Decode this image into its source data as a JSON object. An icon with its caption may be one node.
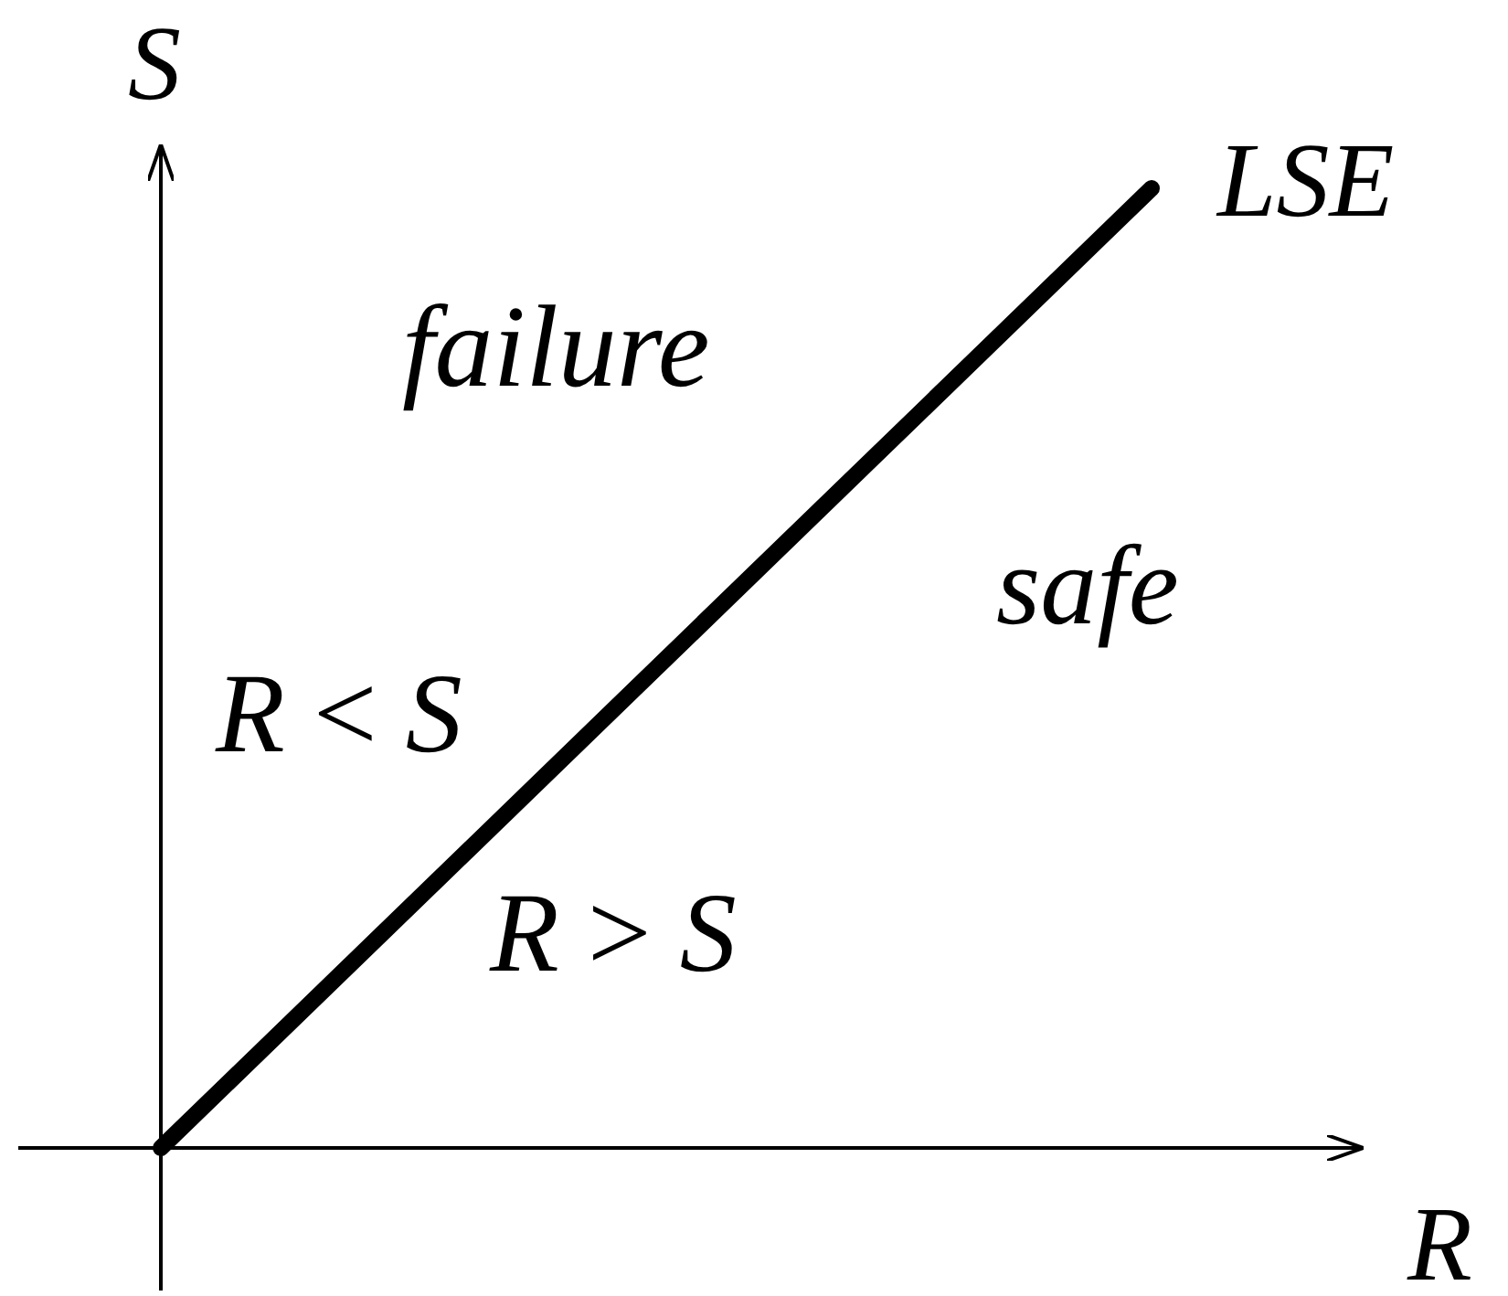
{
  "diagram": {
    "labels": [
      "S",
      "LSE",
      "failure",
      "safe",
      "*R* < *S*",
      "*R* > *S*",
      "R"
    ]
  }
}
